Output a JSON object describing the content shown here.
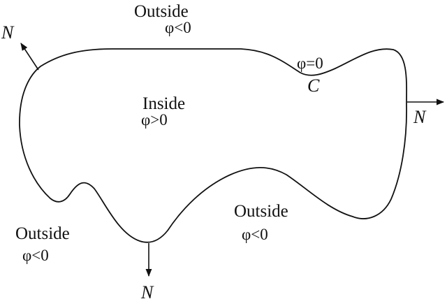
{
  "diagram": {
    "type": "level-set region diagram",
    "curve_label": "C",
    "boundary_label": "φ=0",
    "regions": [
      {
        "id": "outside-top",
        "name": "Outside",
        "condition": "φ<0"
      },
      {
        "id": "inside",
        "name": "Inside",
        "condition": "φ>0"
      },
      {
        "id": "outside-bottom-right",
        "name": "Outside",
        "condition": "φ<0"
      },
      {
        "id": "outside-bottom-left",
        "name": "Outside",
        "condition": "φ<0"
      }
    ],
    "normals": [
      {
        "id": "top-left",
        "label": "N"
      },
      {
        "id": "right",
        "label": "N"
      },
      {
        "id": "bottom",
        "label": "N"
      }
    ],
    "colors": {
      "stroke": "#111111",
      "background": "#ffffff"
    }
  }
}
